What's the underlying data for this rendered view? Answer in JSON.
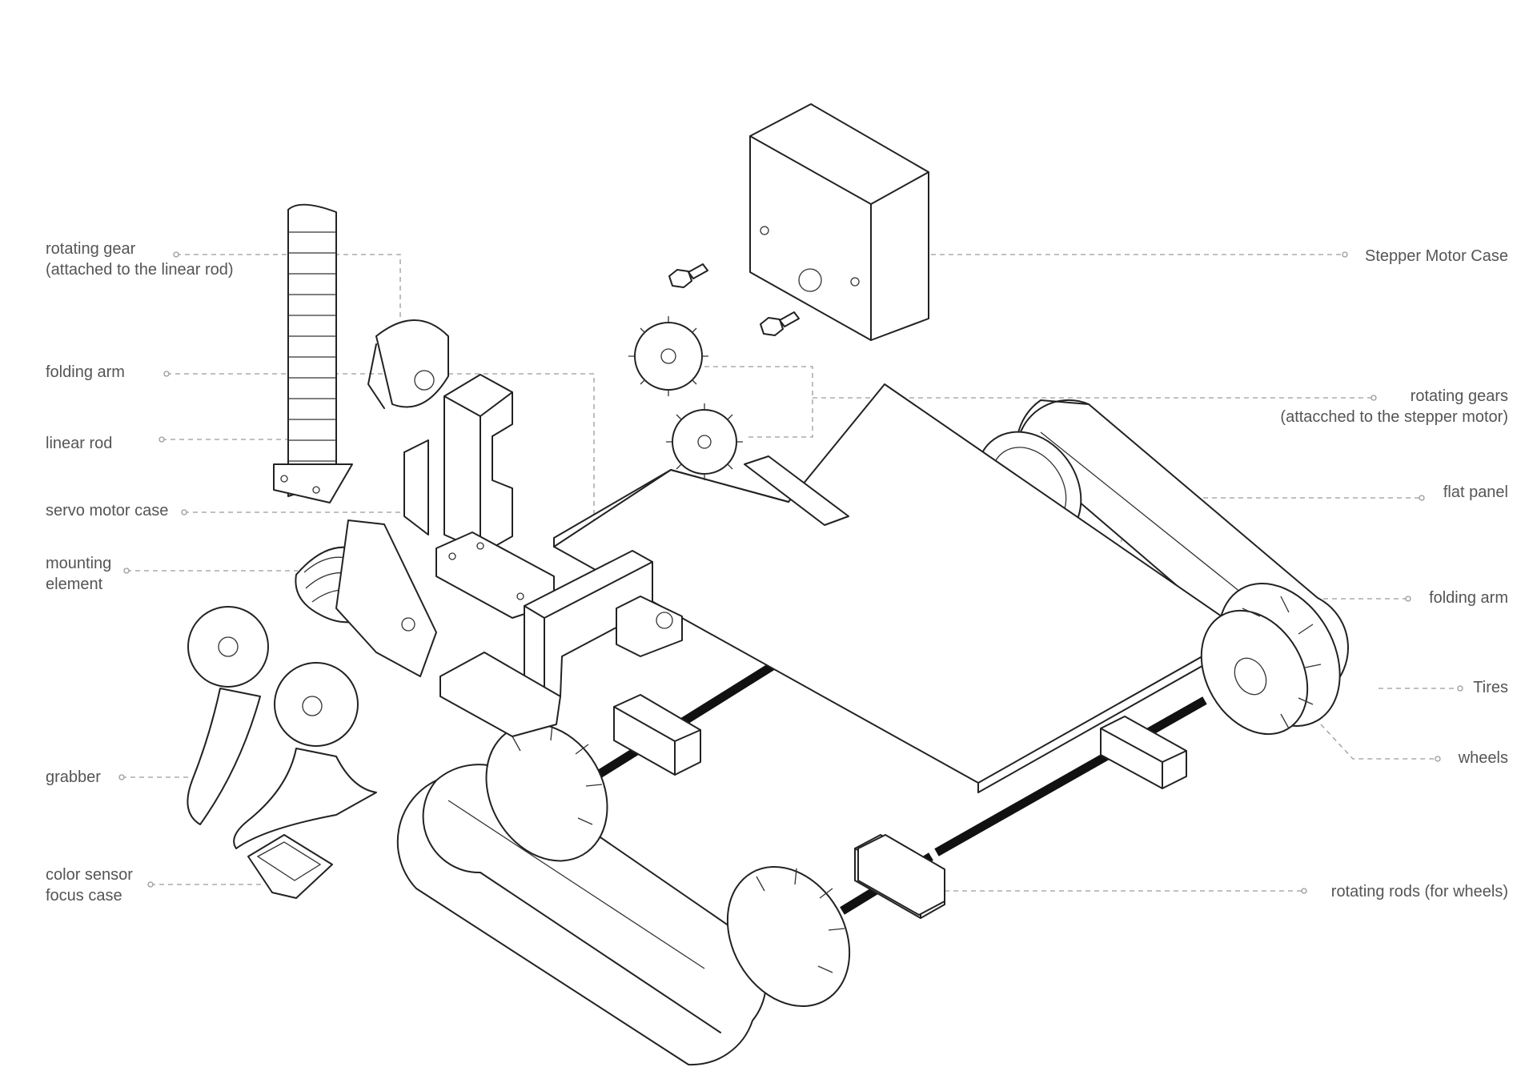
{
  "callouts": {
    "rotating_gear_linear": [
      "rotating gear",
      "(attached to the linear rod)"
    ],
    "folding_arm_left": [
      "folding arm"
    ],
    "linear_rod": [
      "linear rod"
    ],
    "servo_motor_case": [
      "servo motor case"
    ],
    "mounting_element": [
      "mounting",
      "element"
    ],
    "grabber": [
      "grabber"
    ],
    "color_sensor_case": [
      "color sensor",
      "focus case"
    ],
    "stepper_motor_case": [
      "Stepper Motor Case"
    ],
    "rotating_gears_stepper": [
      "rotating gears",
      "(attacched to the stepper motor)"
    ],
    "flat_panel": [
      "flat panel"
    ],
    "folding_arm_right": [
      "folding arm"
    ],
    "tires": [
      "Tires"
    ],
    "wheels": [
      "wheels"
    ],
    "rotating_rods": [
      "rotating rods (for wheels)"
    ]
  },
  "colors": {
    "label": "#555555",
    "line": "#222222",
    "leader": "#9a9a9a",
    "rod": "#111111"
  }
}
